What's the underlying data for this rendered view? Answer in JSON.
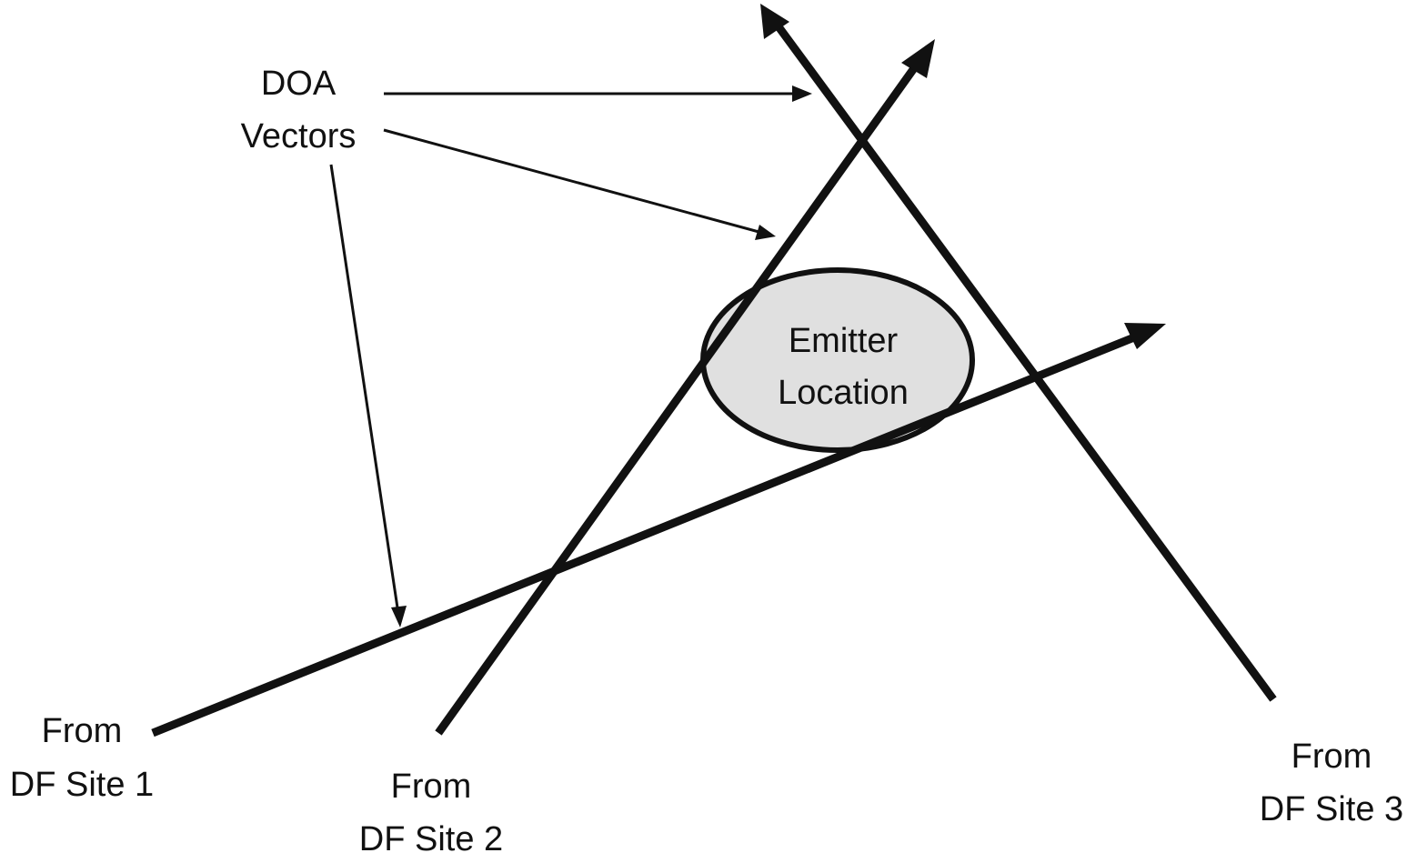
{
  "diagram": {
    "title_lines": [
      "DOA",
      "Vectors"
    ],
    "emitter_lines": [
      "Emitter",
      "Location"
    ],
    "sites": [
      {
        "line1": "From",
        "line2": "DF Site 1"
      },
      {
        "line1": "From",
        "line2": "DF Site 2"
      },
      {
        "line1": "From",
        "line2": "DF Site 3"
      }
    ],
    "colors": {
      "stroke": "#111111",
      "emitter_fill": "#e0e0e0",
      "background": "#ffffff"
    }
  }
}
